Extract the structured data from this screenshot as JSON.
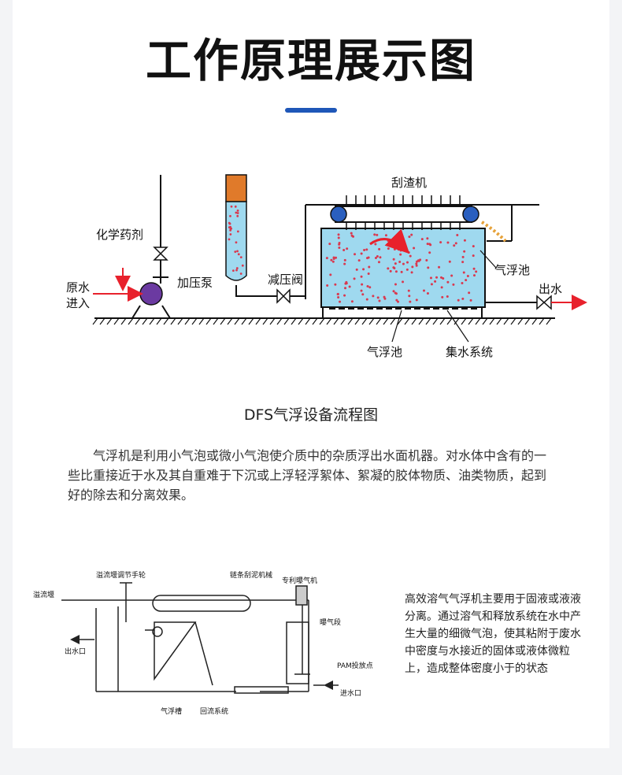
{
  "page_title": "工作原理展示图",
  "diagram1": {
    "labels": {
      "scraper": "刮渣机",
      "chemical": "化学药剂",
      "raw_water_1": "原水",
      "raw_water_2": "进入",
      "pressure_pump": "加压泵",
      "relief_valve": "减压阀",
      "flotation_tank_right": "气浮池",
      "outlet_water": "出水",
      "flotation_tank_bottom": "气浮池",
      "collection_system": "集水系统"
    },
    "caption": "DFS气浮设备流程图"
  },
  "description": "气浮机是利用小气泡或微小气泡使介质中的杂质浮出水面机器。对水体中含有的一些比重接近于水及其自重难于下沉或上浮轻浮絮体、絮凝的胶体物质、油类物质，起到好的除去和分离效果。",
  "diagram2": {
    "labels": {
      "overflow_wheel": "溢流堰调节手轮",
      "chain_scraper": "链条刮泥机械",
      "aerator": "专利曝气机",
      "overflow_weir": "溢流堰",
      "outlet": "出水口",
      "aeration_section": "曝气段",
      "pam_point": "PAM投放点",
      "inlet": "进水口",
      "flotation_tank": "气浮槽",
      "return_system": "回流系统"
    }
  },
  "side_text": "高效溶气气浮机主要用于固液或液液分离。通过溶气和释放系统在水中产生大量的细微气泡，使其粘附于废水中密度与水接近的固体或液体微粒上，造成整体密度小于的状态",
  "colors": {
    "accent": "#1f57b8",
    "water": "#9fd9ef",
    "bubble": "#d9394f",
    "arrow": "#e8212c"
  }
}
